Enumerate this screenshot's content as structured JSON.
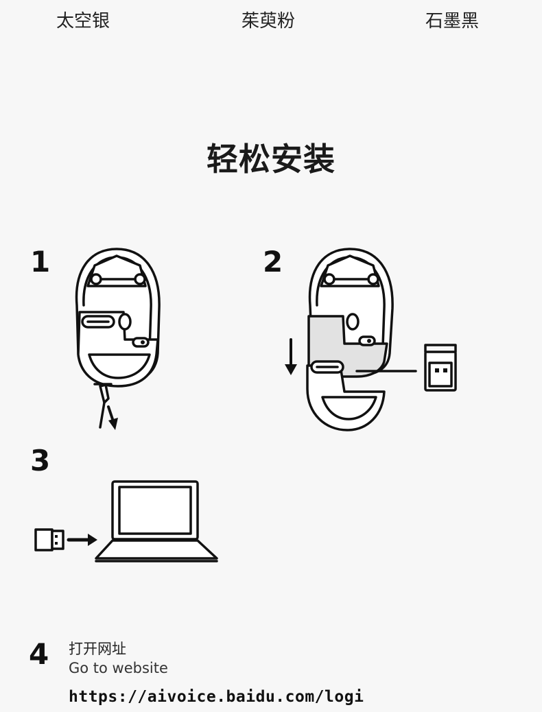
{
  "colors": [
    "太空银",
    "茱萸粉",
    "石墨黑"
  ],
  "title": "轻松安装",
  "steps": [
    {
      "number": "1"
    },
    {
      "number": "2"
    },
    {
      "number": "3"
    },
    {
      "number": "4",
      "text_cn": "打开网址",
      "text_en": "Go to website",
      "url": "https://aivoice.baidu.com/logi"
    }
  ],
  "palette": {
    "background": "#f7f7f7",
    "ink": "#111111",
    "highlight": "#e2e2e2"
  },
  "icons": [
    "mouse-bottom-icon",
    "battery-cover-icon",
    "usb-receiver-icon",
    "laptop-icon",
    "arrow-icon"
  ]
}
